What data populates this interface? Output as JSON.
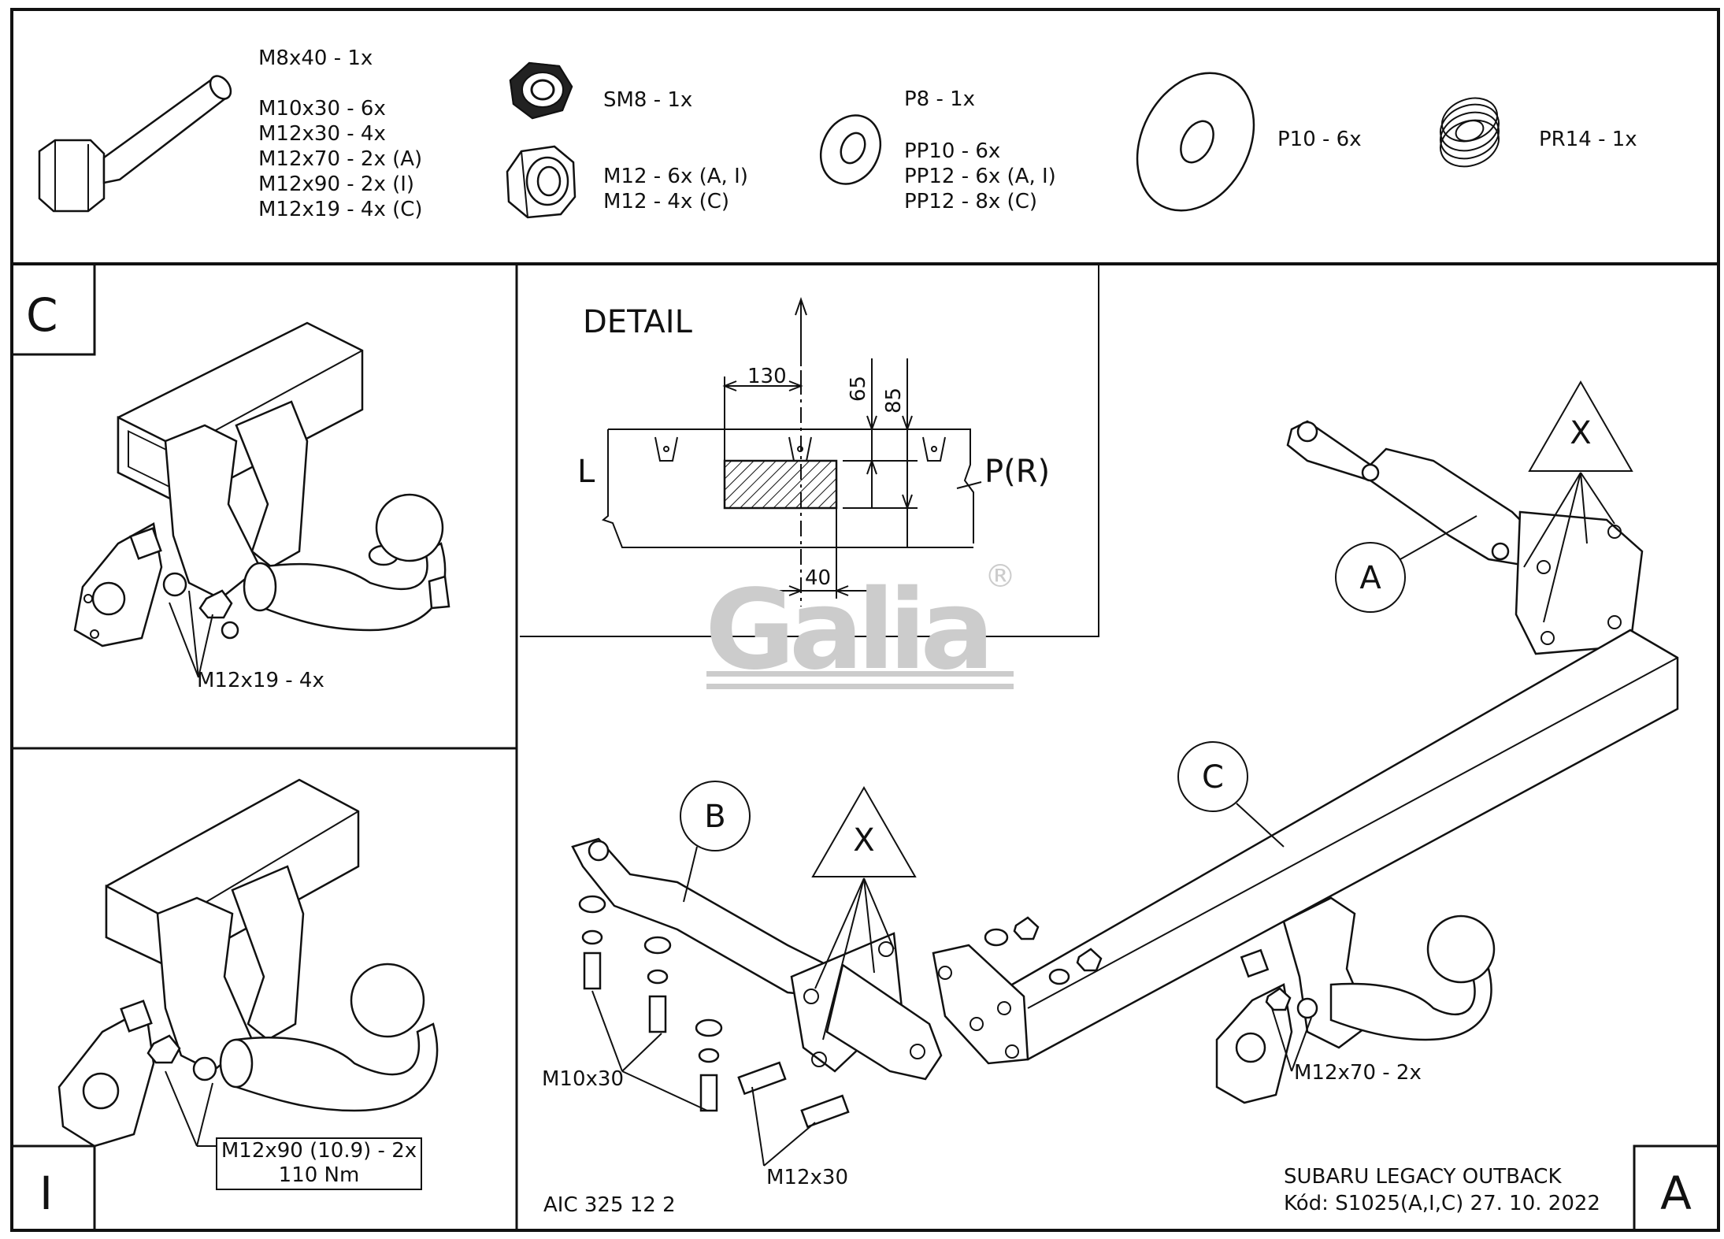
{
  "parts": {
    "bolt_lines": [
      "M8x40 - 1x",
      "M10x30 - 6x",
      "M12x30 - 4x",
      "M12x70 - 2x (A)",
      "M12x90 - 2x (I)",
      "M12x19 - 4x (C)"
    ],
    "nut_sm8": "SM8 - 1x",
    "nut_m12_lines": [
      "M12 - 6x (A, I)",
      "M12 - 4x (C)"
    ],
    "washer_p8": "P8 - 1x",
    "washer_pp_lines": [
      "PP10 - 6x",
      "PP12 - 6x (A, I)",
      "PP12 - 8x (C)"
    ],
    "washer_p10": "P10 - 6x",
    "spring_pr14": "PR14 - 1x"
  },
  "panel_c": {
    "letter": "C",
    "callout": "M12x19 - 4x"
  },
  "panel_i": {
    "letter": "I",
    "callout_line1": "M12x90 (10.9) - 2x",
    "callout_line2": "110 Nm"
  },
  "detail": {
    "title": "DETAIL",
    "dim_130": "130",
    "dim_65": "65",
    "dim_85": "85",
    "dim_40": "40",
    "left_label": "L",
    "right_label": "P(R)"
  },
  "logo": {
    "text": "Galia",
    "registered": "®"
  },
  "main": {
    "letter": "A",
    "bubble_a": "A",
    "bubble_b": "B",
    "bubble_c": "C",
    "warn_x_right": "X",
    "warn_x_left": "X",
    "callout_m10x30": "M10x30",
    "callout_m12x30": "M12x30",
    "callout_m12x70": "M12x70 - 2x"
  },
  "footer": {
    "doc_code": "AIC 325 12 2",
    "vehicle": "SUBARU LEGACY OUTBACK",
    "code_date": "Kód: S1025(A,I,C)  27. 10. 2022"
  }
}
